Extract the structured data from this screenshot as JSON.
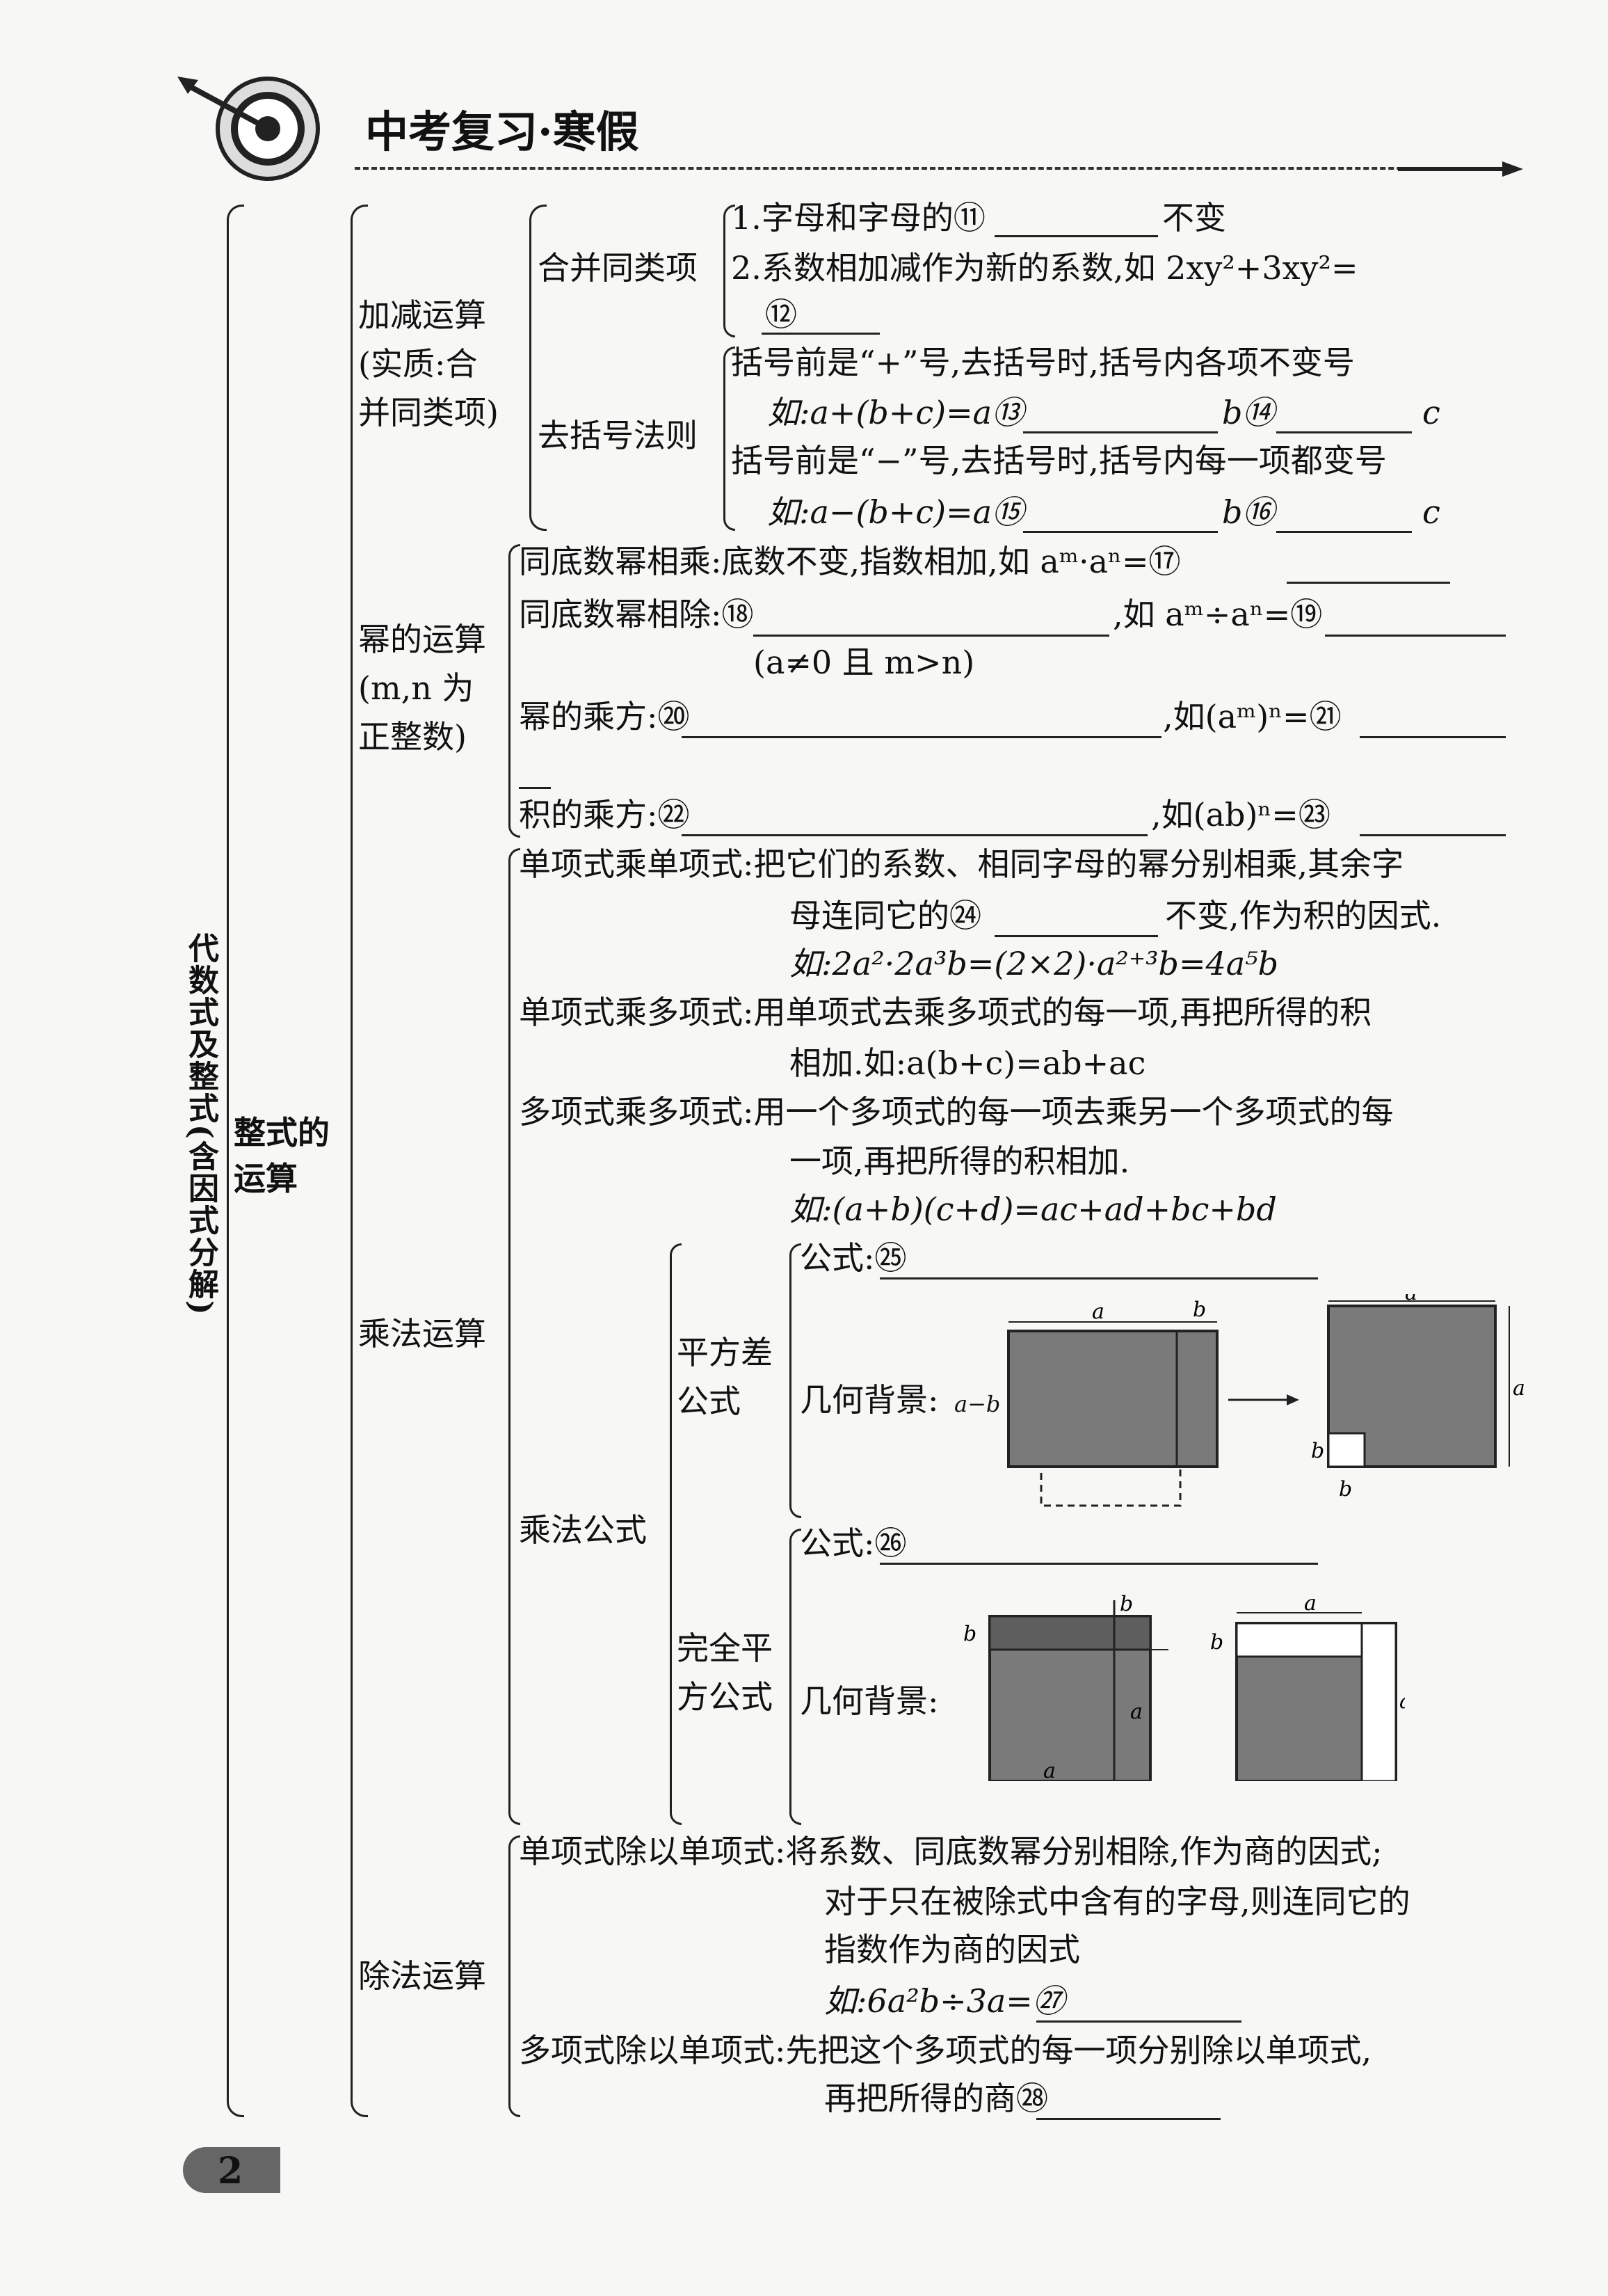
{
  "header": {
    "title": "中考复习·寒假",
    "icon": "target-arrow-icon"
  },
  "root": {
    "label": "代数式及整式(含因式分解)",
    "sub": "整式的运算"
  },
  "sections": {
    "add": {
      "l1": "加减运算",
      "l2": "(实质:合",
      "l3": "并同类项)",
      "combine": {
        "label": "合并同类项",
        "r1": "1.字母和字母的⑪",
        "r1b": "不变",
        "r2": "2.系数相加减作为新的系数,如 2xy²+3xy²=",
        "r3": "⑫"
      },
      "brackets": {
        "label": "去括号法则",
        "r1": "括号前是“+”号,去括号时,括号内各项不变号",
        "r2a": "如:a+(b+c)=a⑬",
        "r2b": "b⑭",
        "r2c": "c",
        "r3": "括号前是“−”号,去括号时,括号内每一项都变号",
        "r4a": "如:a−(b+c)=a⑮",
        "r4b": "b⑯",
        "r4c": "c"
      }
    },
    "power": {
      "l1": "幂的运算",
      "l2": "(m,n 为",
      "l3": "正整数)",
      "r1": "同底数幂相乘:底数不变,指数相加,如 aᵐ·aⁿ=⑰",
      "r2a": "同底数幂相除:⑱",
      "r2b": ",如 aᵐ÷aⁿ=⑲",
      "r3": "(a≠0 且 m>n)",
      "r4a": "幂的乘方:⑳",
      "r4b": ",如(aᵐ)ⁿ=㉑",
      "r5a": "积的乘方:㉒",
      "r5b": ",如(ab)ⁿ=㉓"
    },
    "mul": {
      "l1": "乘法运算",
      "r1": "单项式乘单项式:把它们的系数、相同字母的幂分别相乘,其余字",
      "r2a": "母连同它的㉔",
      "r2b": "不变,作为积的因式.",
      "r3": "如:2a²·2a³b=(2×2)·a²⁺³b=4a⁵b",
      "r4": "单项式乘多项式:用单项式去乘多项式的每一项,再把所得的积",
      "r5": "相加.如:a(b+c)=ab+ac",
      "r6": "多项式乘多项式:用一个多项式的每一项去乘另一个多项式的每",
      "r7": "一项,再把所得的积相加.",
      "r8": "如:(a+b)(c+d)=ac+ad+bc+bd",
      "formula": {
        "label": "乘法公式",
        "diff": {
          "l1": "平方差",
          "l2": "公式",
          "f": "公式:㉕",
          "g": "几何背景:",
          "g2": "a−b"
        },
        "sq": {
          "l1": "完全平",
          "l2": "方公式",
          "f": "公式:㉖",
          "g": "几何背景:"
        },
        "fig_labels": {
          "a": "a",
          "b": "b"
        }
      }
    },
    "div": {
      "l1": "除法运算",
      "r1": "单项式除以单项式:将系数、同底数幂分别相除,作为商的因式;",
      "r2": "对于只在被除式中含有的字母,则连同它的",
      "r3": "指数作为商的因式",
      "r4": "如:6a²b÷3a=㉗",
      "r5": "多项式除以单项式:先把这个多项式的每一项分别除以单项式,",
      "r6": "再把所得的商㉘"
    }
  },
  "page_number": "2"
}
